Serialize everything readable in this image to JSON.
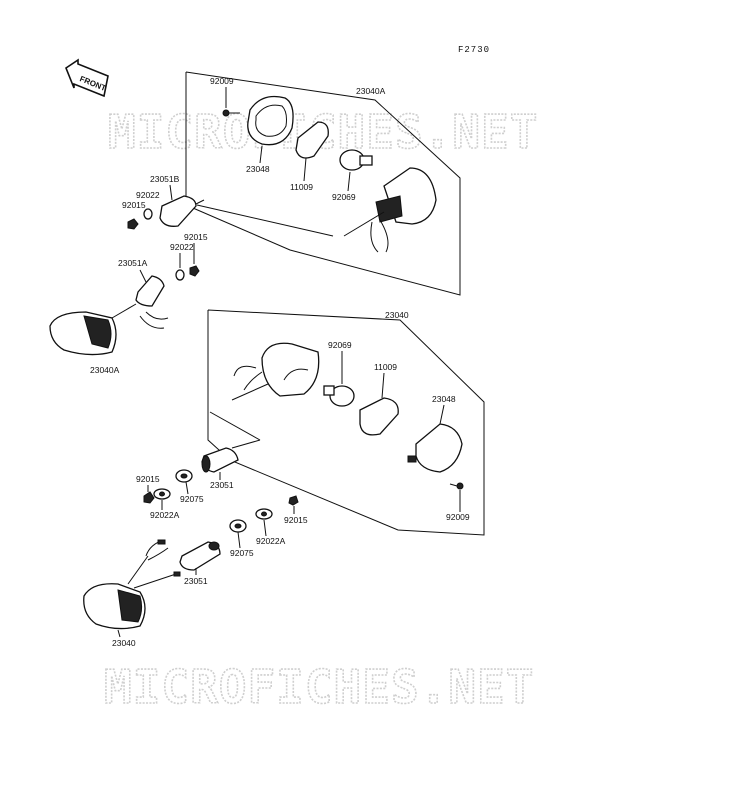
{
  "figure_code": "F2730",
  "front_label": "FRONT",
  "watermark": "MICROFICHES.NET",
  "labels": {
    "upper_92009": "92009",
    "upper_23040A": "23040A",
    "upper_23048": "23048",
    "upper_11009": "11009",
    "upper_92069": "92069",
    "l_23051B": "23051B",
    "l_92022": "92022",
    "l_92015": "92015",
    "m_92022": "92022",
    "m_92015": "92015",
    "l_23051A": "23051A",
    "left_23040A": "23040A",
    "lower_23040": "23040",
    "lower_92069": "92069",
    "lower_11009": "11009",
    "lower_23048": "23048",
    "lower_92009": "92009",
    "c_23051": "23051",
    "c_92015": "92015",
    "c_92075": "92075",
    "c_92022A": "92022A",
    "r_92015": "92015",
    "r_92022A": "92022A",
    "r_92075": "92075",
    "b_23051": "23051",
    "b_23040": "23040"
  }
}
